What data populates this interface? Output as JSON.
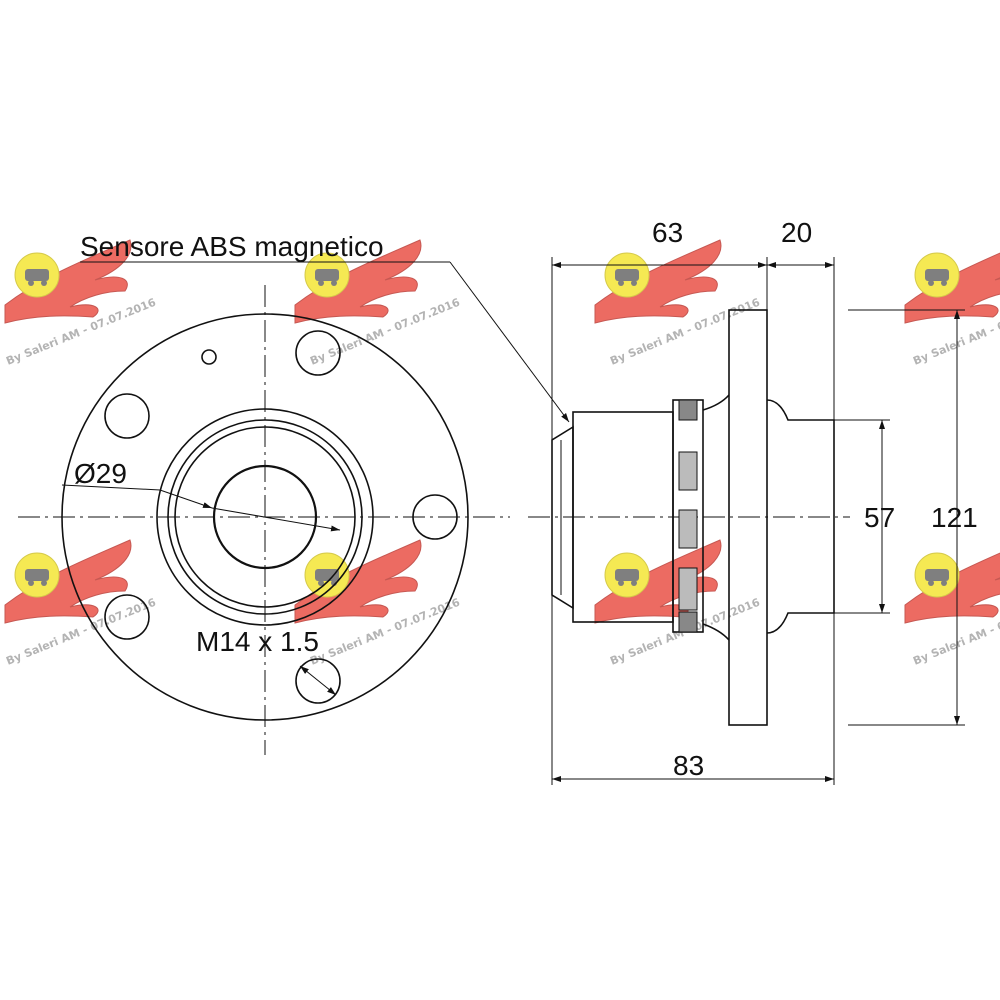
{
  "labels": {
    "sensor": "Sensore ABS magnetico",
    "bore_diameter": "Ø29",
    "thread": "M14 x 1.5"
  },
  "dimensions": {
    "length_63": "63",
    "length_20": "20",
    "diameter_57": "57",
    "diameter_121": "121",
    "length_83": "83"
  },
  "watermark": {
    "text": "By Saleri AM - 07.07.2016",
    "logo_red": "#e63a2e",
    "logo_yellow": "#f2e21a"
  }
}
